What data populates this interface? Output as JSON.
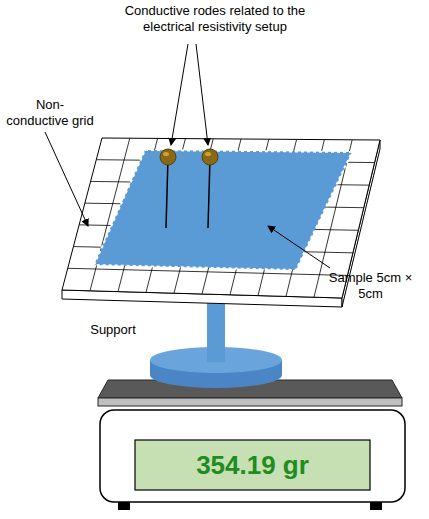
{
  "diagram": {
    "nodes": [
      {
        "text": [
          "354.19 gr"
        ]
      }
    ],
    "labels": [
      "Conductive rodes related to the electrical resistivity setup",
      "Non-conductive grid",
      "Sample 5cm × 5cm",
      "Support"
    ]
  }
}
